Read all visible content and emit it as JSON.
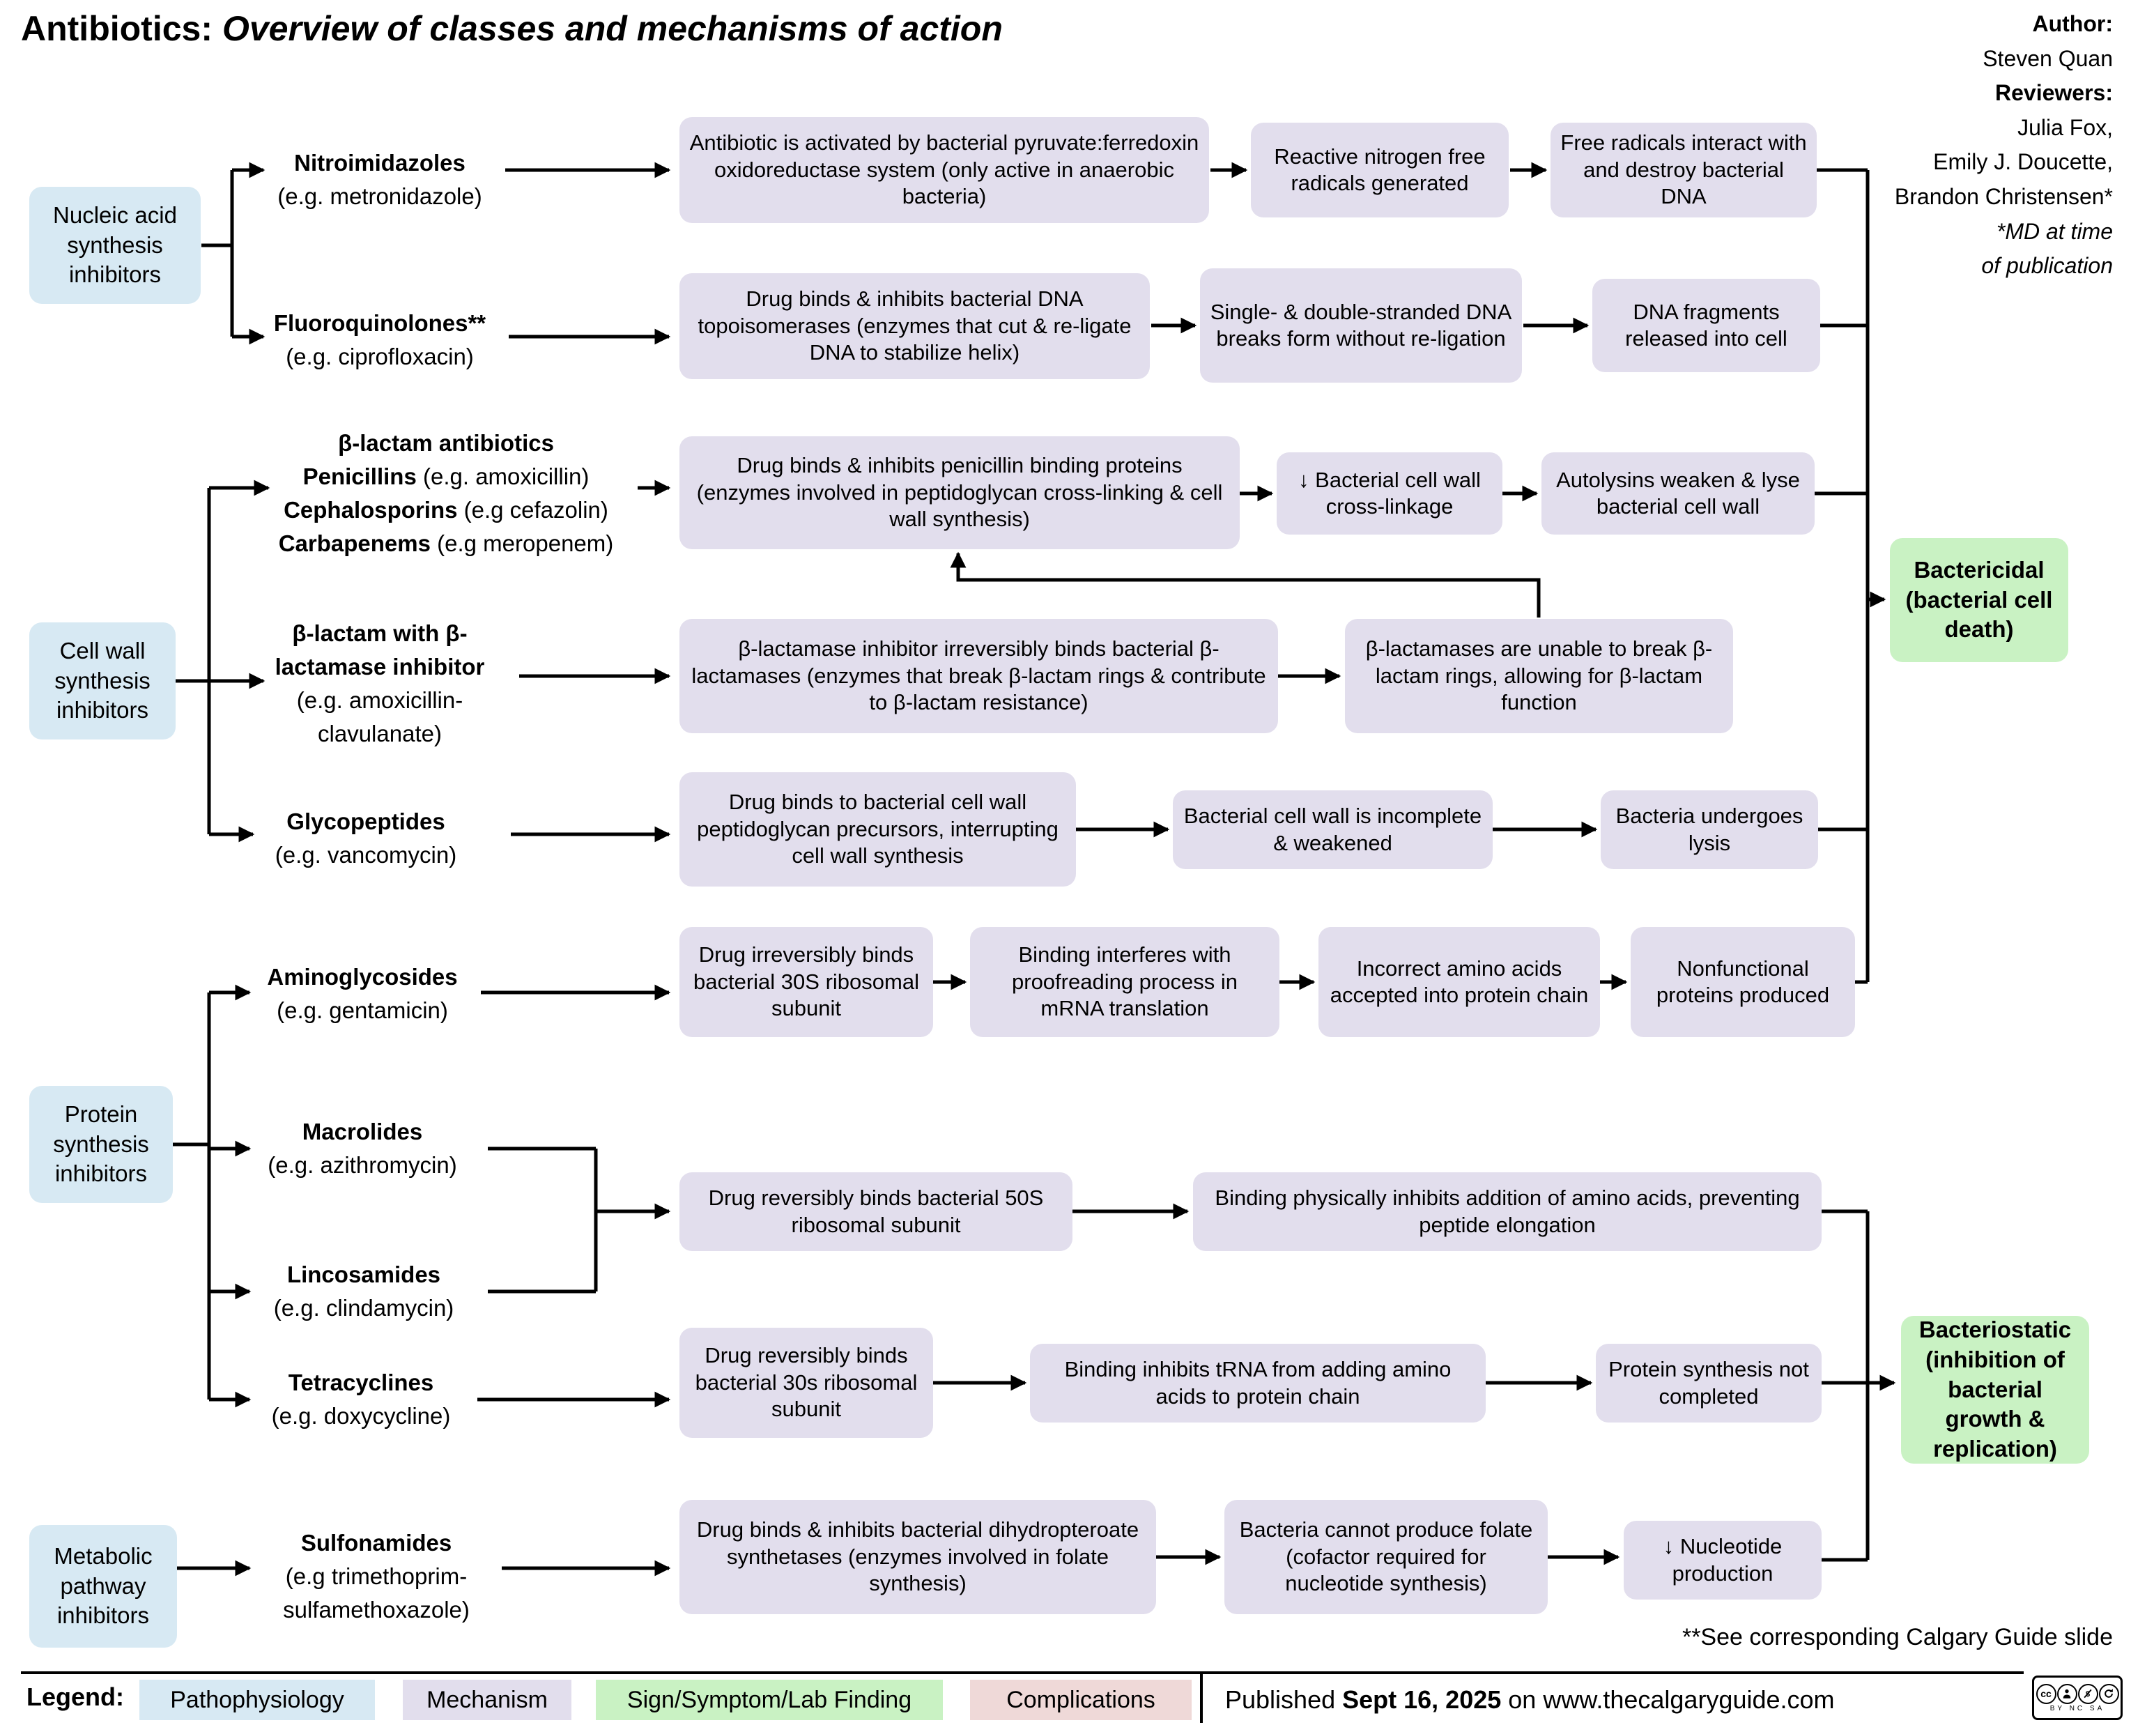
{
  "title": {
    "prefix": "Antibiotics:",
    "subtitle": "Overview of classes and mechanisms of action"
  },
  "credits": {
    "author_label": "Author:",
    "author": "Steven Quan",
    "reviewers_label": "Reviewers:",
    "reviewers": [
      "Julia Fox,",
      "Emily J. Doucette,",
      "Brandon Christensen*"
    ],
    "note": [
      "*MD at time",
      "of publication"
    ]
  },
  "categories": {
    "nucleic": "Nucleic acid synthesis inhibitors",
    "cellwall": "Cell wall synthesis inhibitors",
    "protein": "Protein synthesis inhibitors",
    "metabolic": "Metabolic pathway inhibitors"
  },
  "drugs": {
    "nitroimidazoles": {
      "name": "Nitroimidazoles",
      "eg": "(e.g. metronidazole)"
    },
    "fluoroquinolones": {
      "name": "Fluoroquinolones**",
      "eg": "(e.g. ciprofloxacin)"
    },
    "betalactams": {
      "name": "β-lactam antibiotics",
      "sub1_name": "Penicillins",
      "sub1_eg": " (e.g. amoxicillin)",
      "sub2_name": "Cephalosporins",
      "sub2_eg": " (e.g cefazolin)",
      "sub3_name": "Carbapenems",
      "sub3_eg": " (e.g meropenem)"
    },
    "betalactam_inhibitor": {
      "name": "β-lactam with β-lactamase inhibitor",
      "eg": "(e.g. amoxicillin-clavulanate)"
    },
    "glycopeptides": {
      "name": "Glycopeptides",
      "eg": "(e.g. vancomycin)"
    },
    "aminoglycosides": {
      "name": "Aminoglycosides",
      "eg": "(e.g. gentamicin)"
    },
    "macrolides": {
      "name": "Macrolides",
      "eg": "(e.g. azithromycin)"
    },
    "lincosamides": {
      "name": "Lincosamides",
      "eg": "(e.g. clindamycin)"
    },
    "tetracyclines": {
      "name": "Tetracyclines",
      "eg": "(e.g. doxycycline)"
    },
    "sulfonamides": {
      "name": "Sulfonamides",
      "eg": "(e.g trimethoprim-sulfamethoxazole)"
    }
  },
  "mechanisms": {
    "nitro1": "Antibiotic is activated by bacterial pyruvate:ferredoxin oxidoreductase system (only active in anaerobic bacteria)",
    "nitro2": "Reactive nitrogen free radicals generated",
    "nitro3": "Free radicals interact with and destroy bacterial DNA",
    "fluoro1": "Drug binds & inhibits bacterial DNA topoisomerases (enzymes that cut & re-ligate DNA to stabilize helix)",
    "fluoro2": "Single- & double-stranded DNA breaks form without re-ligation",
    "fluoro3": "DNA fragments released into cell",
    "beta1": "Drug binds & inhibits penicillin binding proteins (enzymes involved in peptidoglycan cross-linking & cell wall synthesis)",
    "beta2": "↓ Bacterial cell wall cross-linkage",
    "beta3": "Autolysins weaken & lyse bacterial cell wall",
    "bli1": "β-lactamase inhibitor irreversibly binds bacterial β-lactamases (enzymes that break β-lactam rings & contribute to β-lactam resistance)",
    "bli2": "β-lactamases are unable to break β-lactam rings, allowing for β-lactam function",
    "glyco1": "Drug binds to bacterial cell wall peptidoglycan precursors, interrupting cell wall synthesis",
    "glyco2": "Bacterial cell wall is incomplete & weakened",
    "glyco3": "Bacteria undergoes lysis",
    "amino1": "Drug irreversibly binds bacterial 30S ribosomal subunit",
    "amino2": "Binding interferes with proofreading process in mRNA translation",
    "amino3": "Incorrect amino acids accepted into protein chain",
    "amino4": "Nonfunctional proteins produced",
    "macro1": "Drug reversibly binds bacterial 50S ribosomal subunit",
    "macro2": "Binding physically inhibits addition of amino acids, preventing peptide elongation",
    "tetra1": "Drug reversibly binds bacterial 30s ribosomal subunit",
    "tetra2": "Binding inhibits tRNA from adding amino acids to protein chain",
    "tetra3": "Protein synthesis not completed",
    "sulfa1": "Drug binds & inhibits bacterial dihydropteroate synthetases (enzymes involved in folate synthesis)",
    "sulfa2": "Bacteria cannot produce folate (cofactor required for nucleotide synthesis)",
    "sulfa3": "↓ Nucleotide production"
  },
  "outcomes": {
    "bactericidal": "Bactericidal (bacterial cell death)",
    "bacteriostatic": "Bacteriostatic (inhibition of bacterial growth & replication)"
  },
  "footnote": "**See corresponding Calgary Guide slide",
  "legend": {
    "label": "Legend:",
    "items": [
      "Pathophysiology",
      "Mechanism",
      "Sign/Symptom/Lab Finding",
      "Complications"
    ]
  },
  "footer": {
    "published_prefix": "Published ",
    "published_date": "Sept 16, 2025",
    "published_suffix": " on www.thecalgaryguide.com",
    "license": "BY NC SA",
    "cc_label": "cc"
  },
  "colors": {
    "pathophysiology": "#d7e9f3",
    "mechanism": "#e2deed",
    "sign_symptom_lab": "#c9f2c3",
    "complications": "#efd9d8"
  }
}
